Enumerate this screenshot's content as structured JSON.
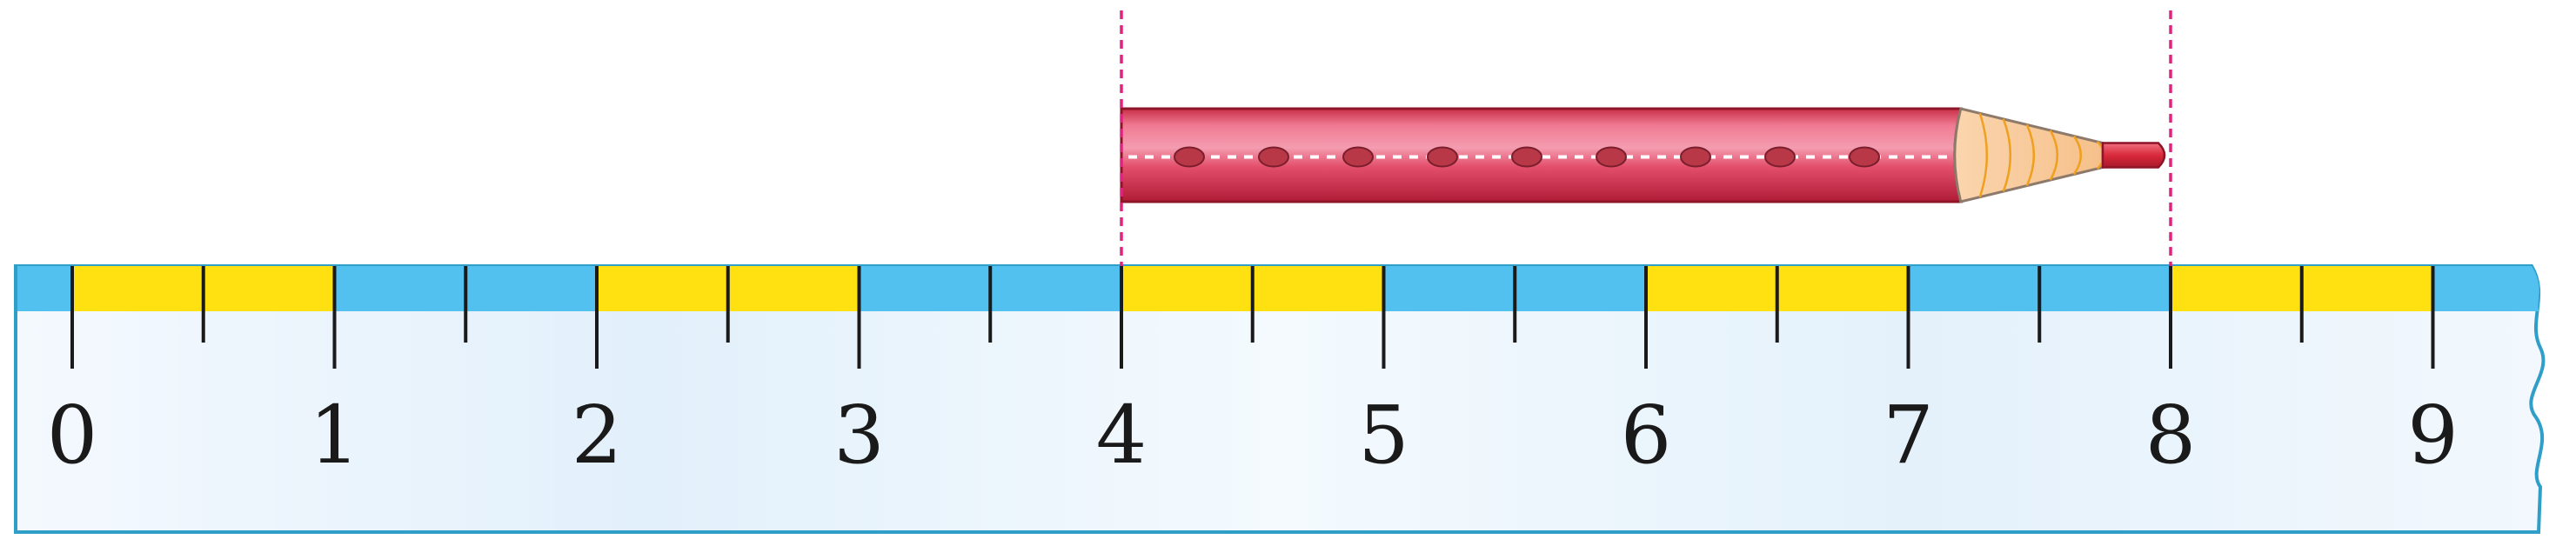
{
  "ruler": {
    "labels": [
      "0",
      "1",
      "2",
      "3",
      "4",
      "5",
      "6",
      "7",
      "8",
      "9"
    ],
    "segment_colors": [
      "yellow",
      "blue",
      "yellow",
      "blue",
      "yellow",
      "blue",
      "yellow",
      "blue",
      "yellow"
    ],
    "minor_ticks_per_unit": 2,
    "colors": {
      "band_yellow": "#FFE011",
      "band_blue": "#52C1F0",
      "body_light": "#EEF6FD",
      "body_edge": "#2F9FC8",
      "tick": "#1a1a1a"
    }
  },
  "pencil": {
    "start": 4,
    "end": 8,
    "colors": {
      "body": "#D93A55",
      "body_light": "#F29AAE",
      "body_dark": "#B01B36",
      "wood": "#F9C79A",
      "wood_lines": "#F0A020",
      "lead": "#D92A3A",
      "dots": "#B83848"
    }
  },
  "guide_lines": {
    "positions": [
      4,
      8
    ],
    "color": "#E0247E"
  }
}
